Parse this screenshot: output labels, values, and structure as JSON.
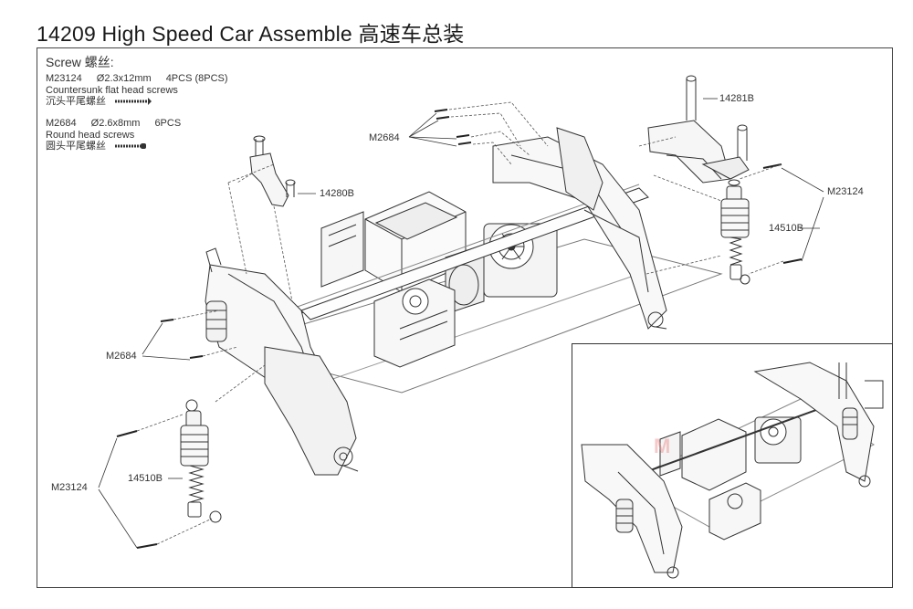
{
  "title": "14209 High Speed Car Assemble 高速车总装",
  "legend": {
    "header": "Screw 螺丝:",
    "items": [
      {
        "code": "M23124",
        "size": "Ø2.3x12mm",
        "qty": "4PCS (8PCS)",
        "name_en": "Countersunk flat head screws",
        "name_cn": "沉头平尾螺丝"
      },
      {
        "code": "M2684",
        "size": "Ø2.6x8mm",
        "qty": "6PCS",
        "name_en": "Round head screws",
        "name_cn": "圆头平尾螺丝"
      }
    ]
  },
  "callouts": {
    "part_14281B": "14281B",
    "part_14280B": "14280B",
    "m2684_top": "M2684",
    "m2684_left": "M2684",
    "m23124_right": "M23124",
    "m23124_left": "M23124",
    "part_14510B_right": "14510B",
    "part_14510B_left": "14510B"
  },
  "watermark": "M"
}
